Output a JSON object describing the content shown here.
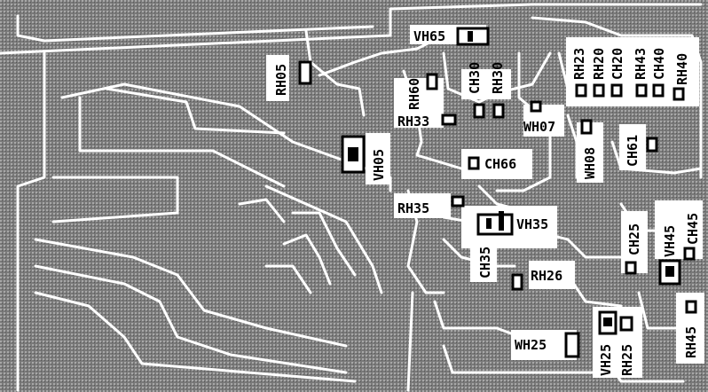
{
  "board": {
    "copper_color": "#8c8c8c",
    "background_color": "#ffffff",
    "ink_color": "#000000"
  },
  "labels": {
    "vh65": "VH65",
    "rh05": "RH05",
    "rh60": "RH60",
    "ch30": "CH30",
    "rh30": "RH30",
    "rh23": "RH23",
    "rh20": "RH20",
    "ch20": "CH20",
    "rh43": "RH43",
    "ch40": "CH40",
    "rh40": "RH40",
    "rh33": "RH33",
    "wh07": "WH07",
    "vh05": "VH05",
    "ch61": "CH61",
    "wh08": "WH08",
    "ch66": "CH66",
    "rh35": "RH35",
    "vh35": "VH35",
    "ch35": "CH35",
    "ch25": "CH25",
    "vh45": "VH45",
    "ch45": "CH45",
    "rh26": "RH26",
    "wh25": "WH25",
    "vh25": "VH25",
    "rh25": "RH25",
    "rh45": "RH45"
  }
}
